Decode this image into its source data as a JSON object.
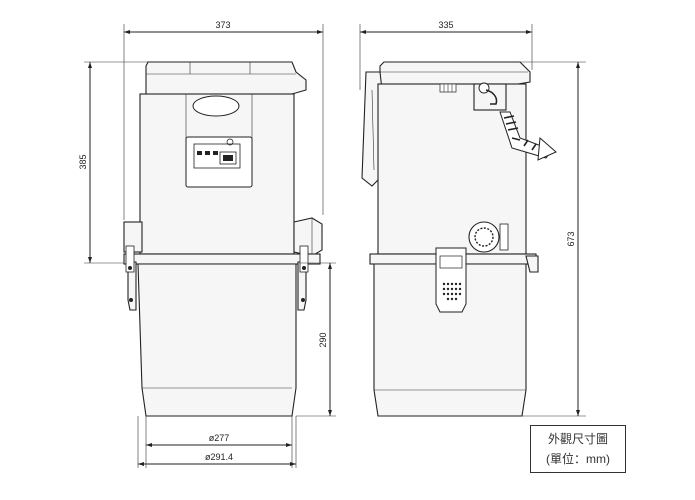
{
  "dimensions": {
    "front_width": "373",
    "side_width": "335",
    "upper_height": "385",
    "lower_height": "290",
    "total_height": "673",
    "inner_diameter": "ø277",
    "outer_diameter": "ø291.4"
  },
  "legend": {
    "title": "外觀尺寸圖",
    "unit": "(單位：mm)"
  }
}
